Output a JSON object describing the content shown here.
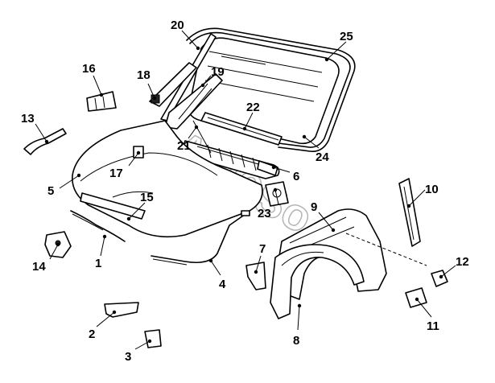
{
  "watermark": {
    "text1": "Auto",
    "text2": "So"
  },
  "callouts": {
    "c1": "1",
    "c2": "2",
    "c3": "3",
    "c4": "4",
    "c5": "5",
    "c6": "6",
    "c7": "7",
    "c8": "8",
    "c9": "9",
    "c10": "10",
    "c11": "11",
    "c12": "12",
    "c13": "13",
    "c14": "14",
    "c15": "15",
    "c16": "16",
    "c17": "17",
    "c18": "18",
    "c19": "19",
    "c20": "20",
    "c21": "21",
    "c22": "22",
    "c23": "23",
    "c24": "24",
    "c25": "25"
  }
}
